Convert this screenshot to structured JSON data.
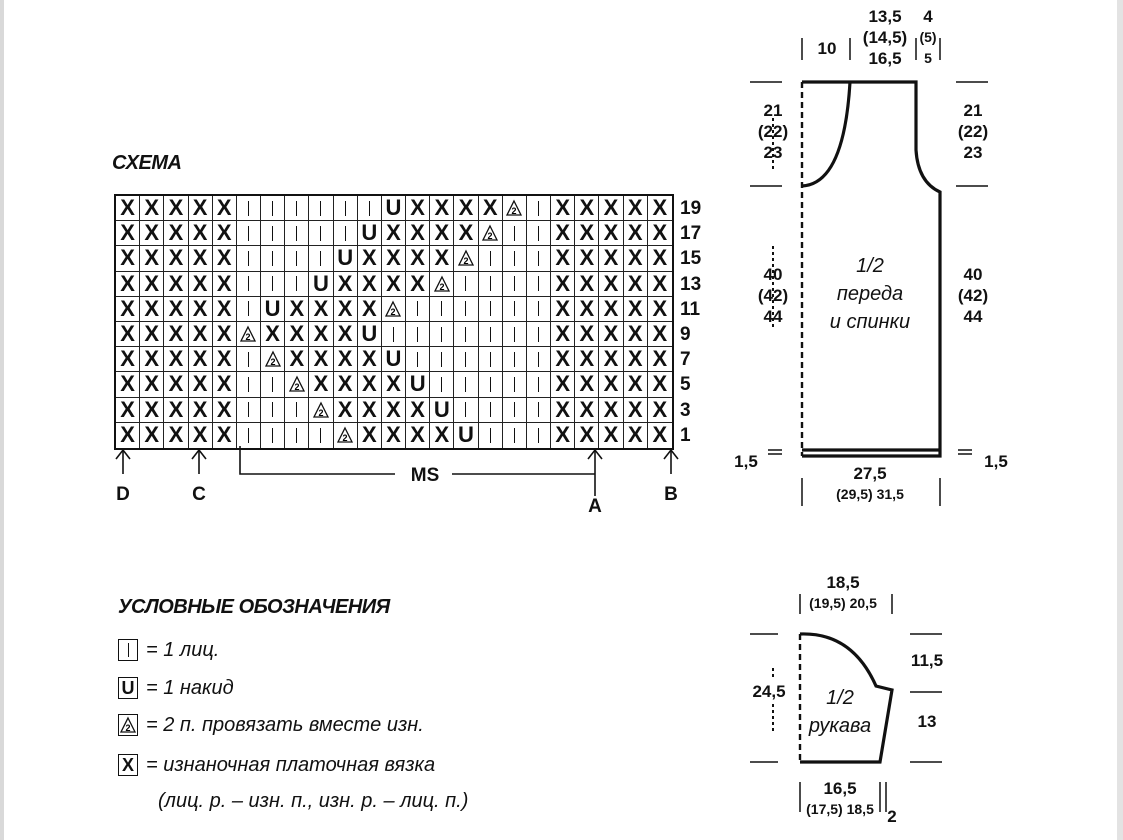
{
  "chart": {
    "title": "СХЕМА",
    "row_numbers": [
      "19",
      "17",
      "15",
      "13",
      "11",
      "9",
      "7",
      "5",
      "3",
      "1"
    ],
    "rows": [
      [
        "X",
        "X",
        "X",
        "X",
        "X",
        "K",
        "K",
        "K",
        "K",
        "K",
        "K",
        "U",
        "X",
        "X",
        "X",
        "X",
        "T",
        "K",
        "X",
        "X",
        "X",
        "X",
        "X"
      ],
      [
        "X",
        "X",
        "X",
        "X",
        "X",
        "K",
        "K",
        "K",
        "K",
        "K",
        "U",
        "X",
        "X",
        "X",
        "X",
        "T",
        "K",
        "K",
        "X",
        "X",
        "X",
        "X",
        "X"
      ],
      [
        "X",
        "X",
        "X",
        "X",
        "X",
        "K",
        "K",
        "K",
        "K",
        "U",
        "X",
        "X",
        "X",
        "X",
        "T",
        "K",
        "K",
        "K",
        "X",
        "X",
        "X",
        "X",
        "X"
      ],
      [
        "X",
        "X",
        "X",
        "X",
        "X",
        "K",
        "K",
        "K",
        "U",
        "X",
        "X",
        "X",
        "X",
        "T",
        "K",
        "K",
        "K",
        "K",
        "X",
        "X",
        "X",
        "X",
        "X"
      ],
      [
        "X",
        "X",
        "X",
        "X",
        "X",
        "K",
        "U",
        "X",
        "X",
        "X",
        "X",
        "T",
        "K",
        "K",
        "K",
        "K",
        "K",
        "K",
        "X",
        "X",
        "X",
        "X",
        "X"
      ],
      [
        "X",
        "X",
        "X",
        "X",
        "X",
        "T",
        "X",
        "X",
        "X",
        "X",
        "U",
        "K",
        "K",
        "K",
        "K",
        "K",
        "K",
        "K",
        "X",
        "X",
        "X",
        "X",
        "X"
      ],
      [
        "X",
        "X",
        "X",
        "X",
        "X",
        "K",
        "T",
        "X",
        "X",
        "X",
        "X",
        "U",
        "K",
        "K",
        "K",
        "K",
        "K",
        "K",
        "X",
        "X",
        "X",
        "X",
        "X"
      ],
      [
        "X",
        "X",
        "X",
        "X",
        "X",
        "K",
        "K",
        "T",
        "X",
        "X",
        "X",
        "X",
        "U",
        "K",
        "K",
        "K",
        "K",
        "K",
        "X",
        "X",
        "X",
        "X",
        "X"
      ],
      [
        "X",
        "X",
        "X",
        "X",
        "X",
        "K",
        "K",
        "K",
        "T",
        "X",
        "X",
        "X",
        "X",
        "U",
        "K",
        "K",
        "K",
        "K",
        "X",
        "X",
        "X",
        "X",
        "X"
      ],
      [
        "X",
        "X",
        "X",
        "X",
        "X",
        "K",
        "K",
        "K",
        "K",
        "T",
        "X",
        "X",
        "X",
        "X",
        "U",
        "K",
        "K",
        "K",
        "X",
        "X",
        "X",
        "X",
        "X"
      ]
    ],
    "markers": {
      "d": "D",
      "c": "C",
      "a": "A",
      "b": "B",
      "ms": "MS"
    }
  },
  "legend": {
    "title": "УСЛОВНЫЕ ОБОЗНАЧЕНИЯ",
    "items": [
      {
        "symbol": "knit",
        "text": "= 1 лиц."
      },
      {
        "symbol": "U",
        "text": "= 1 накид"
      },
      {
        "symbol": "triangle-2",
        "text": "= 2 п. провязать вместе изн."
      },
      {
        "symbol": "X",
        "text": "= изнаночная платочная вязка"
      }
    ],
    "note": "(лиц. р. – изн. п., изн. р. – лиц. п.)"
  },
  "body_pattern": {
    "label": [
      "1/2",
      "переда",
      "и спинки"
    ],
    "top_left_width": "10",
    "top_mid_width": [
      "13,5",
      "(14,5)",
      "16,5"
    ],
    "top_right_width": [
      "4",
      "(5)",
      "5"
    ],
    "armhole_left": [
      "21",
      "(22)",
      "23"
    ],
    "armhole_right": [
      "21",
      "(22)",
      "23"
    ],
    "side_left": [
      "40",
      "(42)",
      "44"
    ],
    "side_right": [
      "40",
      "(42)",
      "44"
    ],
    "hem_left": "1,5",
    "hem_right": "1,5",
    "bottom_width_a": "27,5",
    "bottom_width_b": "(29,5) 31,5"
  },
  "sleeve_pattern": {
    "label": [
      "1/2",
      "рукава"
    ],
    "top_width_a": "18,5",
    "top_width_b": "(19,5) 20,5",
    "height_left": "24,5",
    "cap_right": "11,5",
    "lower_right": "13",
    "bottom_width_a": "16,5",
    "bottom_width_b": "(17,5) 18,5",
    "bottom_extra": "2"
  },
  "symbol_glyphs": {
    "U": "U",
    "X": "X",
    "triangle_digit": "2"
  }
}
